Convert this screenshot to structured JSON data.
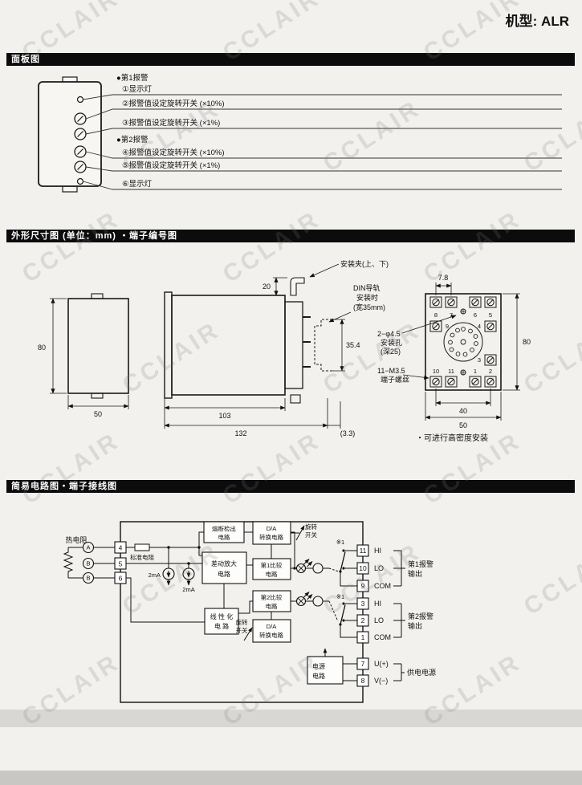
{
  "page": {
    "model_label": "机型: ALR",
    "watermark": "CCLAIR"
  },
  "panel_section": {
    "title": "面板图",
    "alarm1_header": "●第1报警",
    "item1": "①显示灯",
    "item2": "②报警值设定旋转开关 (×10%)",
    "item3": "③报警值设定旋转开关 (×1%)",
    "alarm2_header": "●第2报警",
    "item4": "④报警值设定旋转开关 (×10%)",
    "item5": "⑤报警值设定旋转开关 (×1%)",
    "item6": "⑥显示灯"
  },
  "dimension_section": {
    "title": "外形尺寸图 (单位：mm) ・端子编号图",
    "front": {
      "height": "80",
      "width": "50"
    },
    "side": {
      "clip_label": "安装夹(上、下)",
      "clip_dim": "20",
      "din_line1": "DIN导轨",
      "din_line2": "安装时",
      "din_line3": "(宽35mm)",
      "rail_height": "35.4",
      "body_depth": "103",
      "total_depth": "132",
      "protrusion": "(3.3)"
    },
    "socket": {
      "pitch": "7.8",
      "height": "80",
      "hole_line1": "2−φ4.5",
      "hole_line2": "安装孔",
      "hole_line3": "(深25)",
      "screw_line1": "11−M3.5",
      "screw_line2": "端子螺丝",
      "inner_width": "40",
      "width": "50",
      "note": "・可进行高密度安装",
      "top_terminals": [
        "8",
        "7",
        "6",
        "5"
      ],
      "right_terminals": [
        "4",
        "3"
      ],
      "bottom_terminals": [
        "10",
        "11",
        "1",
        "2"
      ],
      "left_terminals": [
        "9"
      ]
    }
  },
  "circuit_section": {
    "title": "简易电路图・端子接线图",
    "sensor_label": "热电阻",
    "sensor_terminals": [
      "A",
      "B",
      "B"
    ],
    "input_terminals": [
      "4",
      "5",
      "6"
    ],
    "reference_resistor": "标准电阻",
    "current_source1": "2mA",
    "current_source2": "2mA",
    "blocks": {
      "burnout1": "熔断检出",
      "burnout2": "电路",
      "amp1": "差动放大",
      "amp2": "电路",
      "lin1": "线 性 化",
      "lin2": "电 路",
      "da_top1": "D/A",
      "da_top2": "转换电路",
      "comp1a": "第1比较",
      "comp1b": "电路",
      "comp2a": "第2比较",
      "comp2b": "电路",
      "da_bot1": "D/A",
      "da_bot2": "转换电路",
      "power1": "电源",
      "power2": "电路"
    },
    "rotary_top1": "旋转",
    "rotary_top2": "开关",
    "rotary_bot1": "旋转",
    "rotary_bot2": "开关",
    "note1": "※1",
    "note2": "※1",
    "out_terminals": [
      "11",
      "10",
      "9",
      "3",
      "2",
      "1",
      "7",
      "8"
    ],
    "out_labels": [
      "HI",
      "LO",
      "COM",
      "HI",
      "LO",
      "COM",
      "U(+)",
      "V(−)"
    ],
    "alarm1_line1": "第1报警",
    "alarm1_line2": "输出",
    "alarm2_line1": "第2报警",
    "alarm2_line2": "输出",
    "supply_label": "供电电源"
  }
}
